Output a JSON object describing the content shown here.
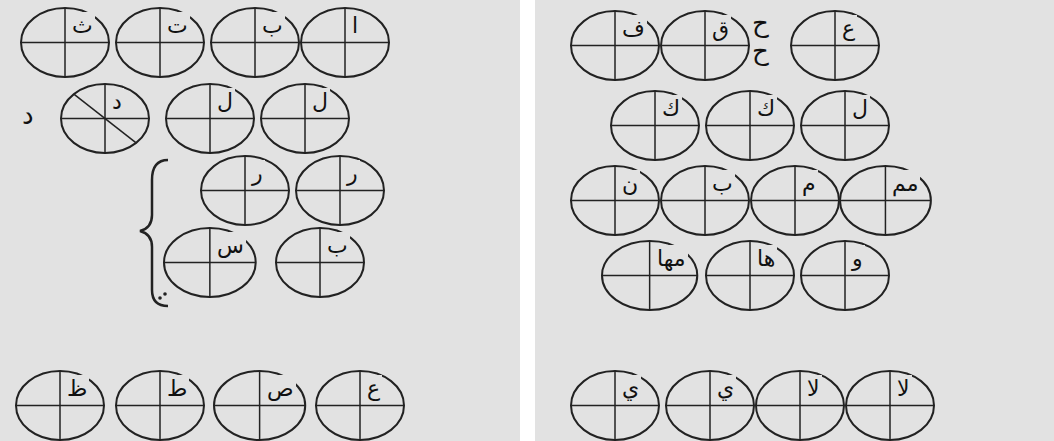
{
  "diagram": {
    "nodes": [
      {
        "text": [
          "ث"
        ]
      },
      {
        "text": [
          "ت"
        ]
      },
      {
        "text": [
          "ب"
        ]
      },
      {
        "text": [
          "ا"
        ]
      },
      {
        "text": [
          "د"
        ]
      },
      {
        "text": [
          "ل"
        ]
      },
      {
        "text": [
          "ل"
        ]
      },
      {
        "text": [
          "ر"
        ]
      },
      {
        "text": [
          "ر"
        ]
      },
      {
        "text": [
          "س"
        ]
      },
      {
        "text": [
          "ب"
        ]
      },
      {
        "text": [
          "ظ"
        ]
      },
      {
        "text": [
          "ط"
        ]
      },
      {
        "text": [
          "ص"
        ]
      },
      {
        "text": [
          "ع"
        ]
      },
      {
        "text": [
          "ف"
        ]
      },
      {
        "text": [
          "ق"
        ]
      },
      {
        "text": [
          "ع"
        ]
      },
      {
        "text": [
          "ك"
        ]
      },
      {
        "text": [
          "ك"
        ]
      },
      {
        "text": [
          "ل"
        ]
      },
      {
        "text": [
          "ن"
        ]
      },
      {
        "text": [
          "ب"
        ]
      },
      {
        "text": [
          "م"
        ]
      },
      {
        "text": [
          "مم"
        ]
      },
      {
        "text": [
          "مها"
        ]
      },
      {
        "text": [
          "ها"
        ]
      },
      {
        "text": [
          "و"
        ]
      },
      {
        "text": [
          "ي"
        ]
      },
      {
        "text": [
          "ي"
        ]
      },
      {
        "text": [
          "لا"
        ]
      },
      {
        "text": [
          "لا"
        ]
      }
    ],
    "labels": [
      "د",
      "ح",
      "ح"
    ]
  }
}
